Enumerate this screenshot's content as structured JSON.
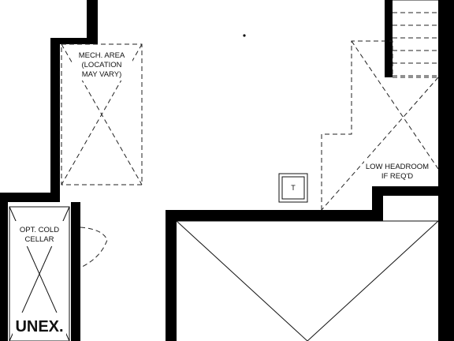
{
  "labels": {
    "mech_area": [
      "MECH. AREA",
      "(LOCATION",
      "MAY VARY)"
    ],
    "low_headroom": [
      "LOW HEADROOM",
      "IF REQ'D"
    ],
    "cold_cellar": [
      "OPT. COLD",
      "CELLAR"
    ],
    "unex": "UNEX.",
    "thermostat": "T"
  },
  "colors": {
    "wall": "#000000",
    "line": "#222222",
    "background": "#ffffff"
  }
}
